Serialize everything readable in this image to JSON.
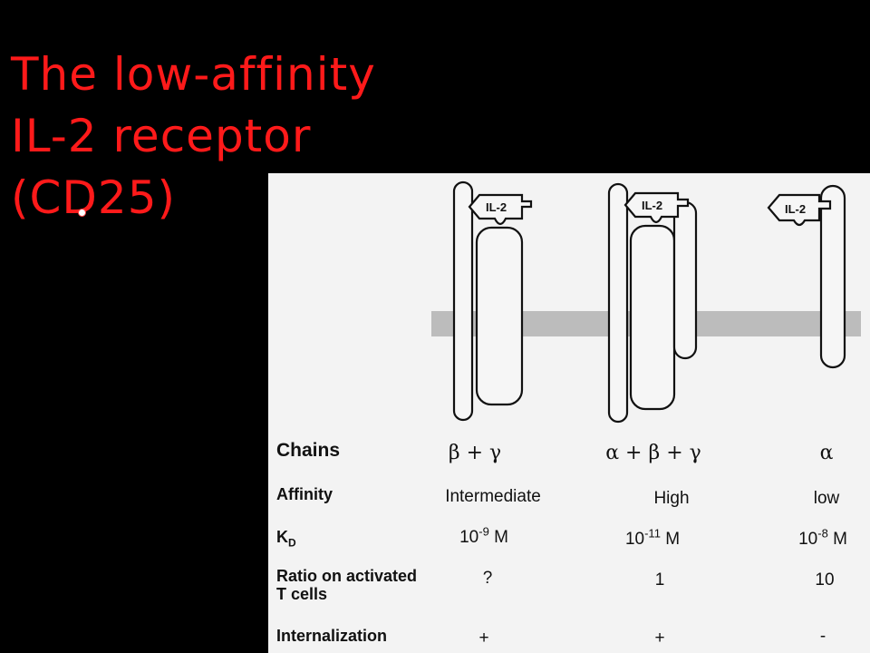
{
  "title": {
    "line1": "The low-affinity",
    "line2": "IL-2 receptor",
    "line3": "(CD25)"
  },
  "figure": {
    "ligand_label": "IL-2",
    "rows": [
      {
        "label": "Chains",
        "values": [
          "β + γ",
          "α + β + γ",
          "α"
        ]
      },
      {
        "label": "Affinity",
        "values": [
          "Intermediate",
          "High",
          "low"
        ]
      },
      {
        "label": "K",
        "label_sub": "D",
        "values": [
          {
            "base": "10",
            "exp": "-9",
            "unit": "M"
          },
          {
            "base": "10",
            "exp": "-11",
            "unit": "M"
          },
          {
            "base": "10",
            "exp": "-8",
            "unit": "M"
          }
        ]
      },
      {
        "label_line1": "Ratio on activated",
        "label_line2": "T cells",
        "values": [
          "?",
          "1",
          "10"
        ]
      },
      {
        "label": "Internalization",
        "values": [
          "+",
          "+",
          "-"
        ]
      }
    ]
  },
  "colors": {
    "background": "#000000",
    "title": "#ff1a1a",
    "figure_bg": "#f3f3f3",
    "membrane": "#bcbcbc"
  }
}
